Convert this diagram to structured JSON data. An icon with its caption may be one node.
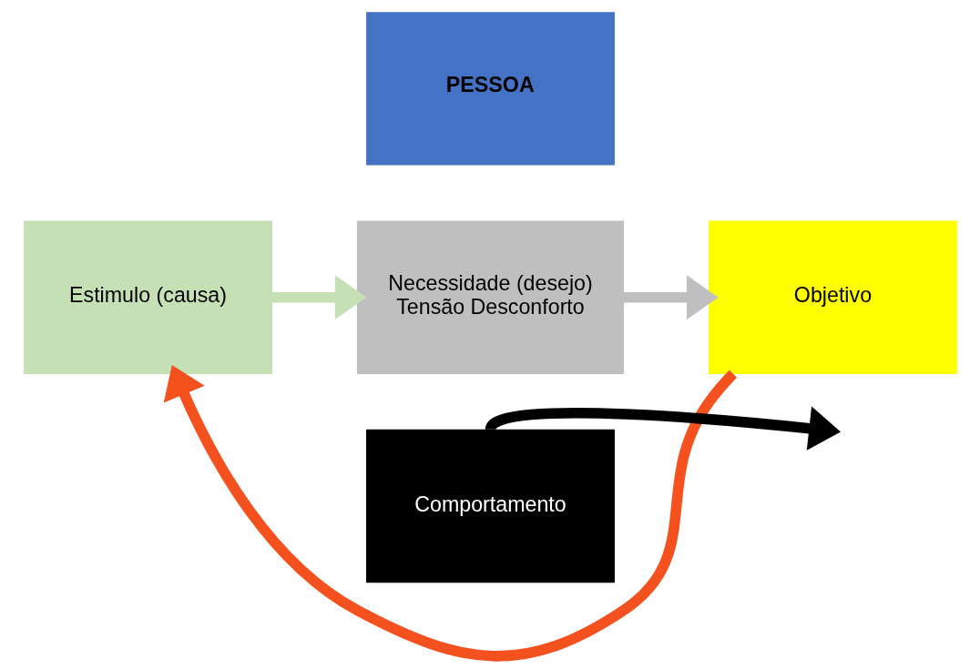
{
  "diagram": {
    "nodes": [
      {
        "text": [
          "PESSOA"
        ]
      },
      {
        "text": [
          "Estimulo (causa)"
        ]
      },
      {
        "text": [
          "Necessidade (desejo)",
          "Tensão Desconforto"
        ]
      },
      {
        "text": [
          "Objetivo"
        ]
      },
      {
        "text": [
          "Comportamento"
        ]
      }
    ],
    "edges": [
      {
        "from": 1,
        "to": 2,
        "arrow": "to",
        "color": "#c5e0b4"
      },
      {
        "from": 2,
        "to": 3,
        "arrow": "to",
        "color": "#bfbfbf"
      },
      {
        "from": 4,
        "to": null,
        "arrow": "to",
        "color": "#000000"
      },
      {
        "from": 3,
        "to": 1,
        "arrow": "to",
        "color": "#f4511e"
      }
    ]
  }
}
